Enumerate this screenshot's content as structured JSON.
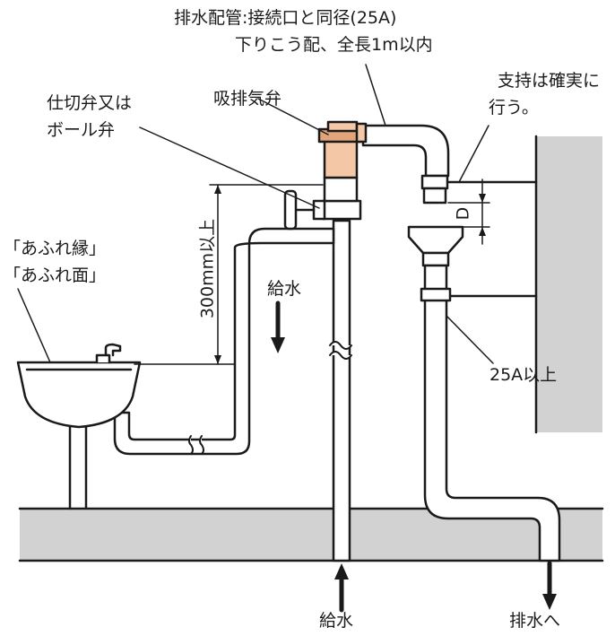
{
  "labels": {
    "drain_pipe_line1": "排水配管:接続口と同径(25A)",
    "drain_pipe_line2": "下りこう配、全長1m以内",
    "support_line1": "支持は確実に",
    "support_line2": "行う。",
    "shutoff_valve_line1": "仕切弁又は",
    "shutoff_valve_line2": "ボール弁",
    "air_valve": "吸排気弁",
    "overflow_rim": "「あふれ縁」",
    "overflow_surface": "「あふれ面」",
    "height_300": "300mm以上",
    "supply_water_mid": "給水",
    "dimension_d": "D",
    "pipe_25a": "25A以上",
    "supply_water_bottom": "給水",
    "to_drain": "排水へ"
  },
  "colors": {
    "line": "#1a1a1a",
    "gray_fill": "#d2d2d2",
    "valve_fill": "#f4c8a6",
    "valve_dark": "#e3a47a"
  }
}
